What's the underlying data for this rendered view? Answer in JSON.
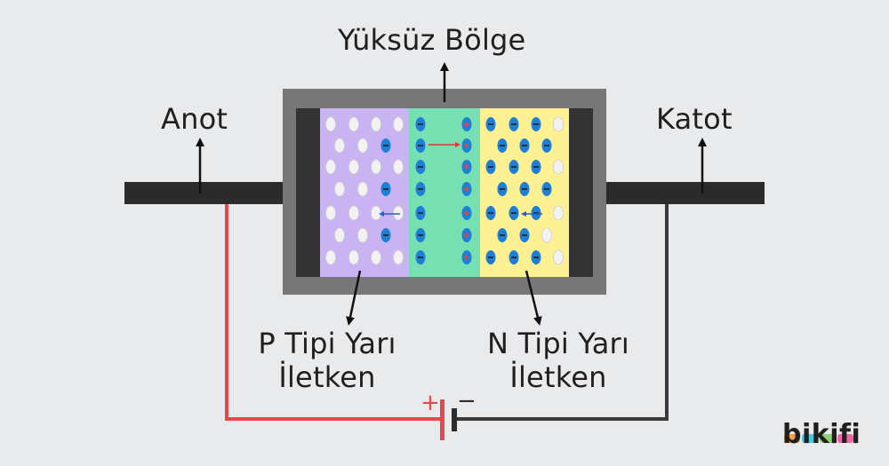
{
  "labels": {
    "depletion_region": "Yüksüz Bölge",
    "anode": "Anot",
    "cathode": "Katot",
    "p_type_line1": "P Tipi Yarı",
    "p_type_line2": "İletken",
    "n_type_line1": "N Tipi Yarı",
    "n_type_line2": "İletken",
    "battery_plus": "+",
    "battery_minus": "−"
  },
  "brand": {
    "name": "bikifi"
  },
  "colors": {
    "background": "#e9eaec",
    "casing": "#777777",
    "casing_inner": "#333333",
    "lead": "#2b2b2b",
    "p_region": "#c9b3f2",
    "depletion": "#76e0b3",
    "n_region": "#fdf093",
    "hole": "#f2f2f2",
    "ion": "#1e7fd6",
    "wire_positive": "#e8474a",
    "wire_negative": "#3a3a3a"
  },
  "icons": {
    "hole": "white-ellipse-hole-icon",
    "negative_ion": "blue-minus-ion-icon",
    "positive_ion": "blue-plus-ion-icon",
    "electron": "blue-minus-electron-icon"
  }
}
